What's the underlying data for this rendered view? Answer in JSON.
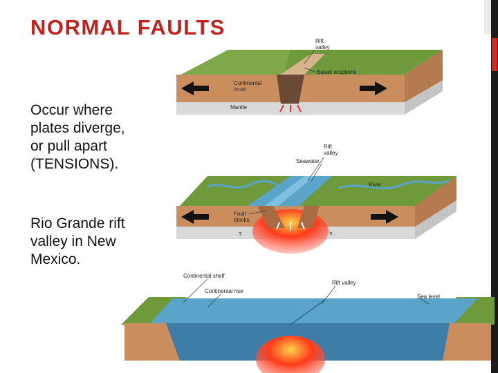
{
  "slide": {
    "title": "NORMAL FAULTS",
    "bullets": [
      "Occur where\nplates diverge,\nor pull apart\n(TENSIONS).",
      "Rio Grande rift\nvalley in New\nMexico."
    ]
  },
  "diagram": {
    "panel1": {
      "rift_valley": "Rift\nvalley",
      "basalt": "Basalt eruptions",
      "crust": "Continental\ncrust",
      "mantle": "Mantle"
    },
    "panel2": {
      "rift_valley": "Rift\nvalley",
      "seawater": "Seawater",
      "river": "River",
      "fault_blocks": "Fault\nblocks",
      "q1": "?",
      "q2": "?"
    },
    "panel3": {
      "shelf": "Continental shelf",
      "rise": "Continental rise",
      "rift_valley": "Rift valley",
      "sea_level": "Sea level"
    }
  },
  "colors": {
    "title": "#c0231e",
    "grass": "#6f9a3c",
    "crust": "#c98d5e",
    "mantle": "#d9d9d9",
    "magma": "#ff3a1a",
    "water": "#5aa3c9"
  }
}
